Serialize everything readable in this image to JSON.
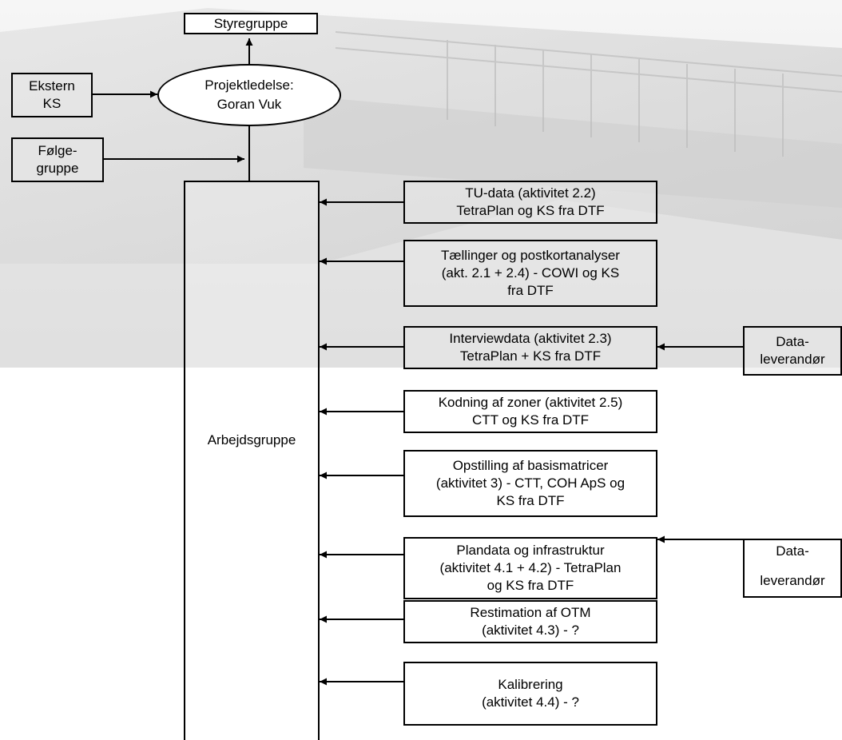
{
  "diagram": {
    "top_box": "Styregruppe",
    "management": "Projektledelse:\nGoran Vuk",
    "external_qa": "Ekstern\nKS",
    "reference_group": "Følge-\ngruppe",
    "work_group": "Arbejdsgruppe",
    "activities": [
      "TU-data (aktivitet 2.2)\nTetraPlan og KS fra DTF",
      "Tællinger og postkortanalyser\n(akt. 2.1 + 2.4) - COWI og KS\nfra DTF",
      "Interviewdata (aktivitet 2.3)\nTetraPlan + KS fra DTF",
      "Kodning af zoner (aktivitet 2.5)\nCTT og KS fra DTF",
      "Opstilling af basismatricer\n(aktivitet 3) - CTT, COH ApS og\nKS fra DTF",
      "Plandata og infrastruktur\n(aktivitet 4.1 + 4.2) - TetraPlan\nog KS fra DTF",
      "Restimation af OTM\n(aktivitet 4.3) - ?",
      "Kalibrering\n(aktivitet 4.4) - ?"
    ],
    "data_supplier_1": "Data-\nleverandør",
    "data_supplier_2_line1": "Data-",
    "data_supplier_2_line2": "leverandør"
  },
  "colors": {
    "line": "#000000",
    "box_fill": "#e8e8e8",
    "background_sky": "#f4f4f4",
    "background_structure": "#d6d6d6"
  }
}
